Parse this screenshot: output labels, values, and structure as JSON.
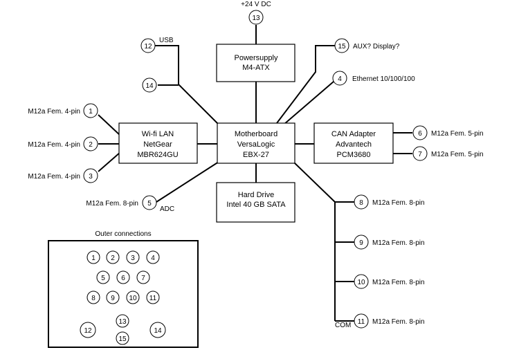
{
  "boxes": {
    "powersupply": [
      "Powersupply",
      "M4-ATX"
    ],
    "motherboard": [
      "Motherboard",
      "VersaLogic",
      "EBX-27"
    ],
    "wifi": [
      "Wi-fi LAN",
      "NetGear",
      "MBR624GU"
    ],
    "can": [
      "CAN Adapter",
      "Advantech",
      "PCM3680"
    ],
    "harddrive": [
      "Hard Drive",
      "Intel 40 GB SATA"
    ]
  },
  "connectors": {
    "c1": "1",
    "c2": "2",
    "c3": "3",
    "c4": "4",
    "c5": "5",
    "c6": "6",
    "c7": "7",
    "c8": "8",
    "c9": "9",
    "c10": "10",
    "c11": "11",
    "c12": "12",
    "c13": "13",
    "c14": "14",
    "c15": "15"
  },
  "labels": {
    "dc_supply": "+24 V DC",
    "usb": "USB",
    "aux_display": "AUX? Display?",
    "ethernet": "Ethernet 10/100/100",
    "m12_4pin": "M12a Fem. 4-pin",
    "m12_5pin": "M12a Fem. 5-pin",
    "m12_8pin": "M12a Fem. 8-pin",
    "adc": "ADC",
    "com": "COM"
  },
  "outer": {
    "title": "Outer connections",
    "rows": [
      [
        "1",
        "2",
        "3",
        "4"
      ],
      [
        "5",
        "6",
        "7"
      ],
      [
        "8",
        "9",
        "10",
        "11"
      ],
      [
        "13"
      ],
      [
        "12",
        "14"
      ],
      [
        "15"
      ]
    ]
  }
}
